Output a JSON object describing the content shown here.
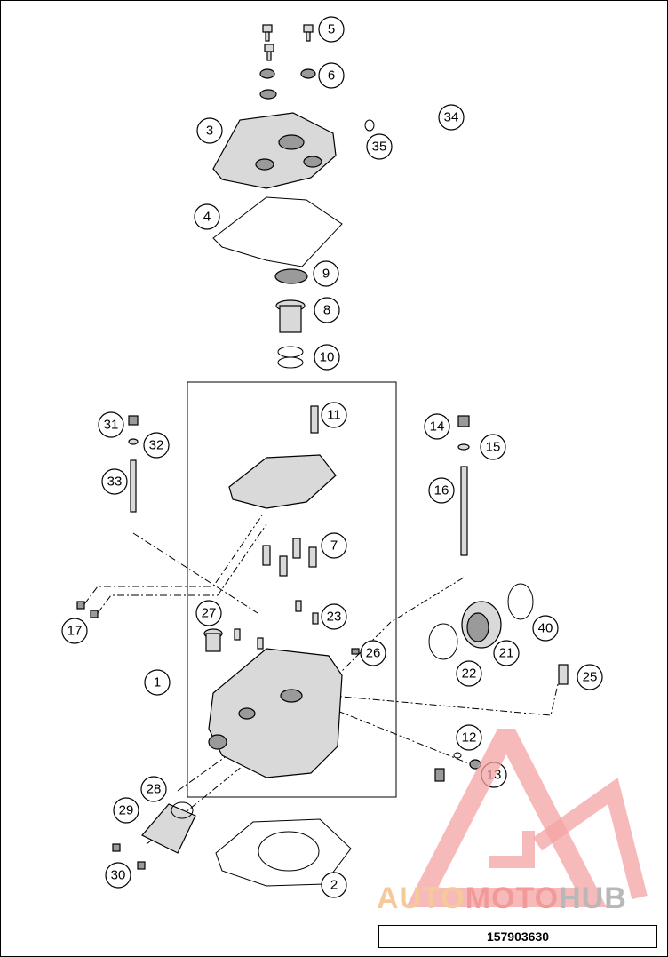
{
  "diagram": {
    "callouts": [
      "1",
      "2",
      "3",
      "4",
      "5",
      "6",
      "7",
      "8",
      "9",
      "10",
      "11",
      "12",
      "13",
      "14",
      "15",
      "16",
      "17",
      "21",
      "22",
      "23",
      "25",
      "26",
      "27",
      "28",
      "29",
      "30",
      "31",
      "32",
      "33",
      "34",
      "35",
      "40"
    ]
  },
  "part_number": "157903630",
  "watermark": {
    "part1": "AUTO",
    "part2": "MOTO",
    "part3": "HUB",
    "colors": {
      "auto": "#f5c99a",
      "moto": "#f29a9a",
      "hub": "#b8b8b8"
    }
  }
}
